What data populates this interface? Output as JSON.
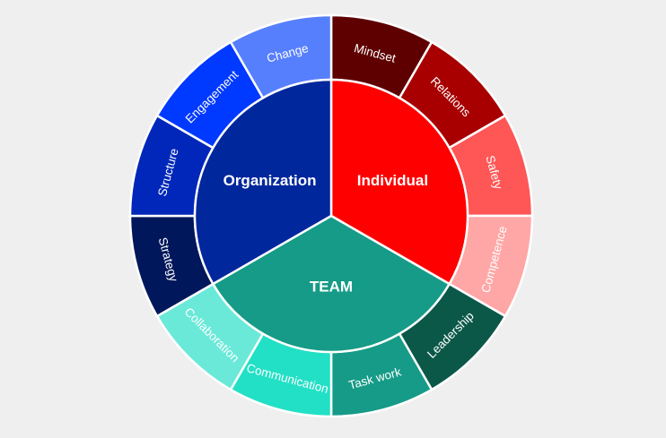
{
  "diagram": {
    "background_color": "#efefef",
    "groups": [
      {
        "label": "Individual",
        "color": "#ff0000",
        "items": [
          {
            "label": "Mindset",
            "color": "#5e0000"
          },
          {
            "label": "Relations",
            "color": "#a80000"
          },
          {
            "label": "Safety",
            "color": "#ff5656"
          },
          {
            "label": "Competence",
            "color": "#ffa6a6"
          }
        ]
      },
      {
        "label": "TEAM",
        "color": "#159b87",
        "items": [
          {
            "label": "Leadership",
            "color": "#0b5849"
          },
          {
            "label": "Task work",
            "color": "#159b87"
          },
          {
            "label": "Communication",
            "color": "#22e0c5"
          },
          {
            "label": "Collaboration",
            "color": "#6ae9d9"
          }
        ]
      },
      {
        "label": "Organization",
        "color": "#01279c",
        "items": [
          {
            "label": "Strategy",
            "color": "#00175b"
          },
          {
            "label": "Structure",
            "color": "#0027ba"
          },
          {
            "label": "Engagement",
            "color": "#0039ff"
          },
          {
            "label": "Change",
            "color": "#567ffe"
          }
        ]
      }
    ]
  }
}
